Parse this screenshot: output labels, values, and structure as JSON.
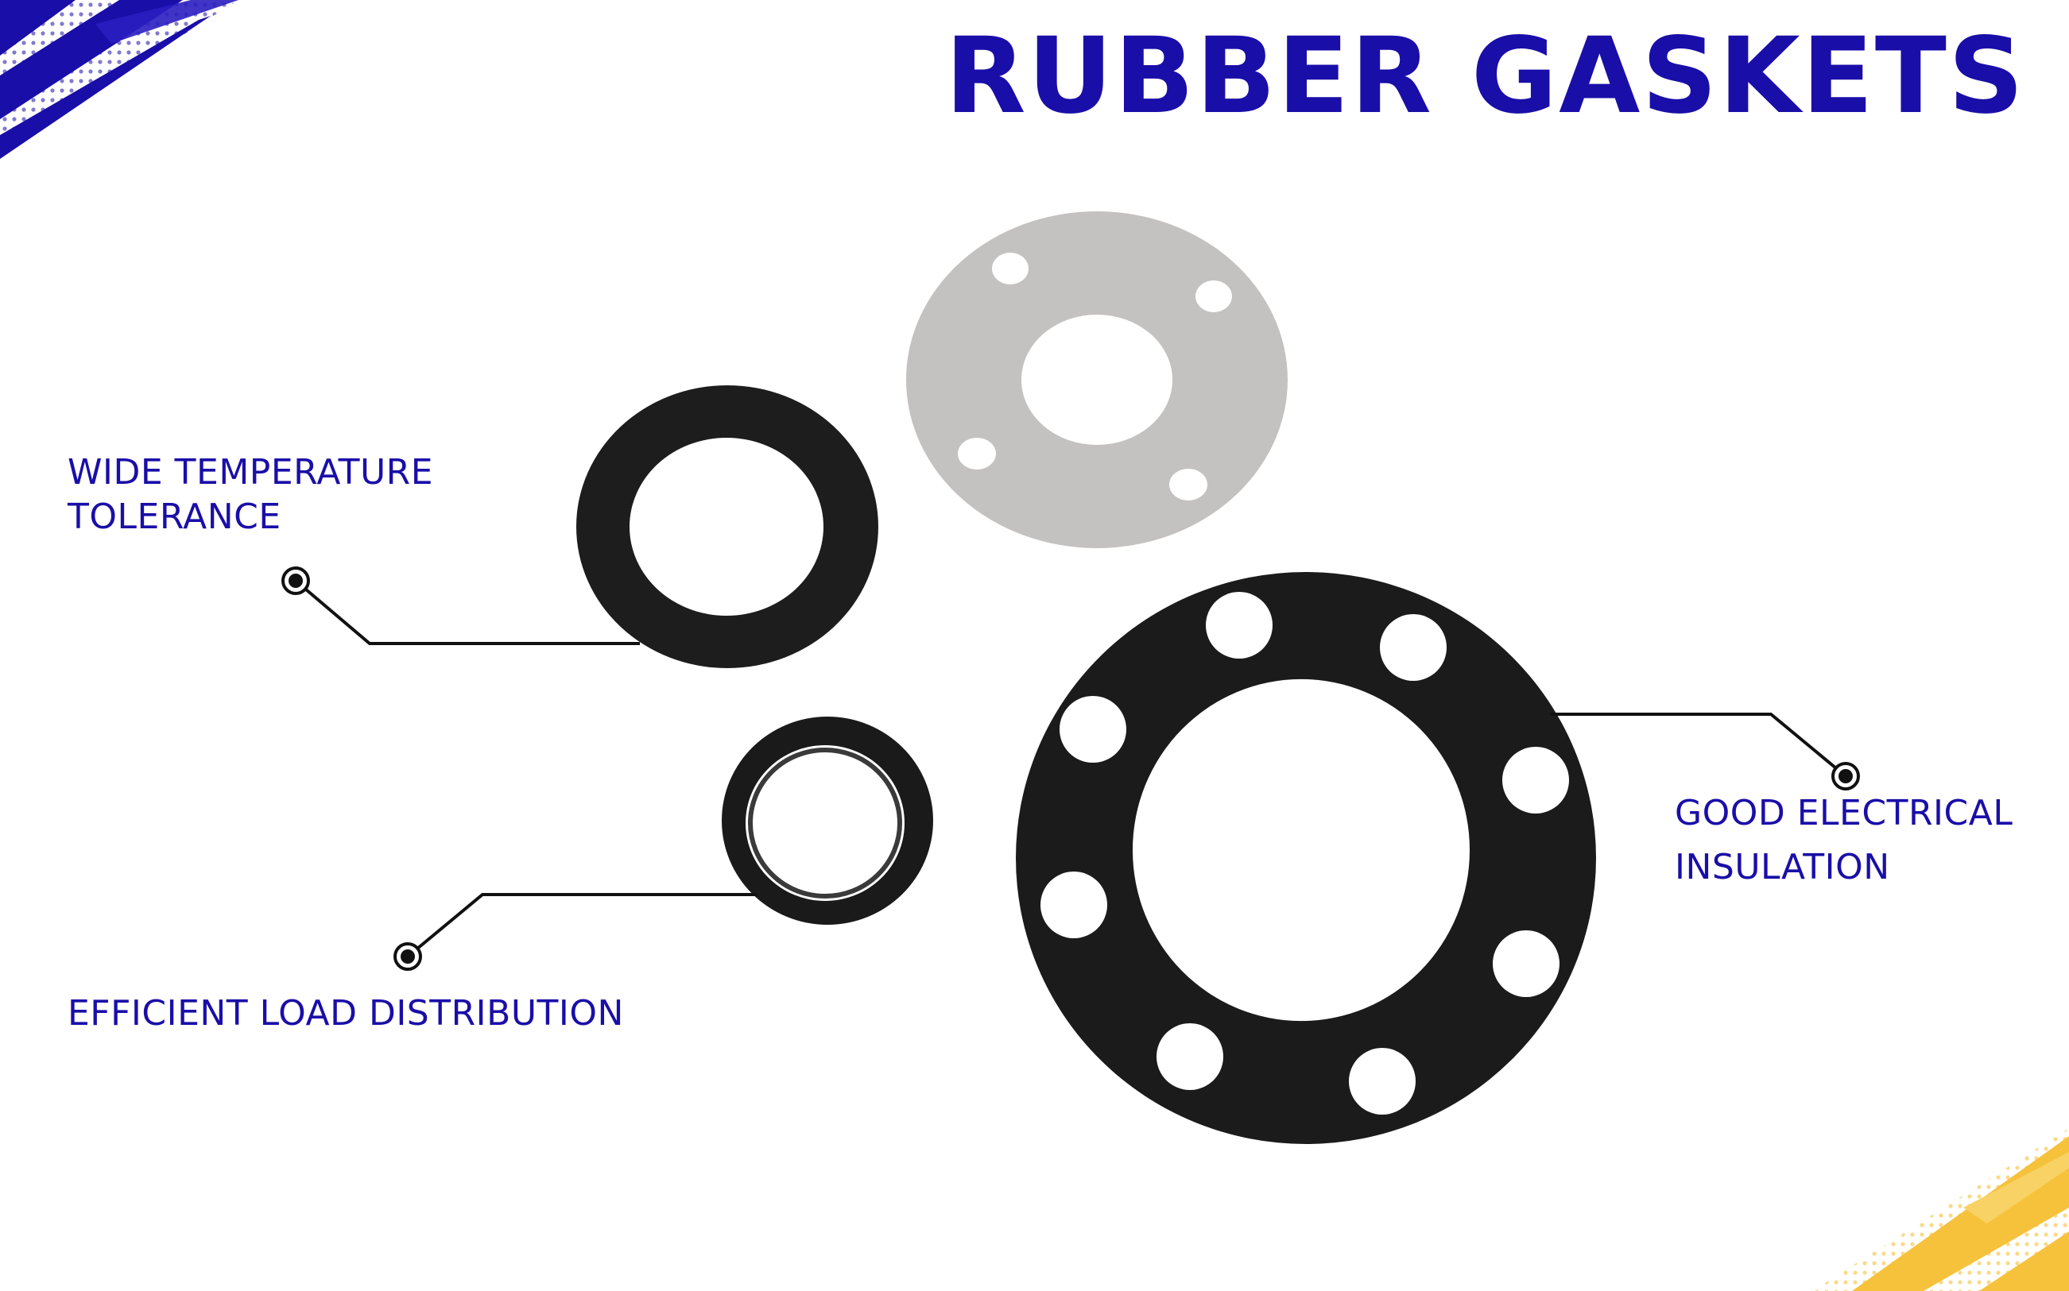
{
  "title": "RUBBER GASKETS",
  "features": {
    "temperature": {
      "line1": "WIDE TEMPERATURE",
      "line2": "TOLERANCE"
    },
    "load": {
      "line1": "EFFICIENT LOAD DISTRIBUTION"
    },
    "electrical": {
      "line1": "GOOD ELECTRICAL",
      "line2": "INSULATION"
    }
  },
  "colors": {
    "brand_blue": "#1a0ea8",
    "accent_yellow": "#f6c23b",
    "gasket_black": "#1b1b1b",
    "gasket_grey": "#c4c2c0",
    "callout_line": "#111111"
  }
}
